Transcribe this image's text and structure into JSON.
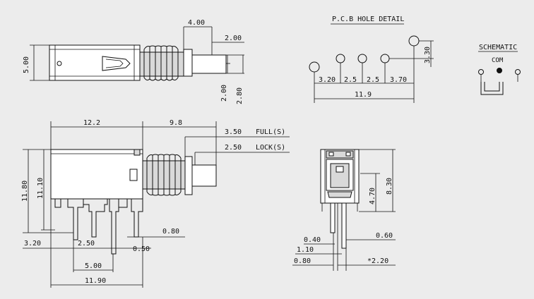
{
  "top_view": {
    "dim_4_00": "4.00",
    "dim_2_00_a": "2.00",
    "dim_5_00": "5.00",
    "dim_2_00_b": "2.00",
    "dim_2_80": "2.80"
  },
  "pcb": {
    "title": "P.C.B HOLE DETAIL",
    "dim_3_20": "3.20",
    "dim_2_5_a": "2.5",
    "dim_2_5_b": "2.5",
    "dim_3_70": "3.70",
    "dim_11_9": "11.9",
    "dim_3_30": "3.30"
  },
  "schematic": {
    "title": "SCHEMATIC",
    "com_label": "COM"
  },
  "side_view": {
    "dim_12_2": "12.2",
    "dim_9_8": "9.8",
    "dim_3_50": "3.50",
    "full_label": "FULL(S)",
    "dim_2_50_top": "2.50",
    "lock_label": "LOCK(S)",
    "dim_11_80": "11.80",
    "dim_11_10": "11.10",
    "dim_0_80": "0.80",
    "dim_3_20": "3.20",
    "dim_2_50_bot": "2.50",
    "dim_0_50": "0.50",
    "dim_5_00": "5.00",
    "dim_11_90": "11.90"
  },
  "front_view": {
    "dim_8_30": "8.30",
    "dim_4_70": "4.70",
    "dim_0_40": "0.40",
    "dim_0_60": "0.60",
    "dim_1_10": "1.10",
    "dim_0_80": "0.80",
    "dim_2_20": "*2.20"
  }
}
